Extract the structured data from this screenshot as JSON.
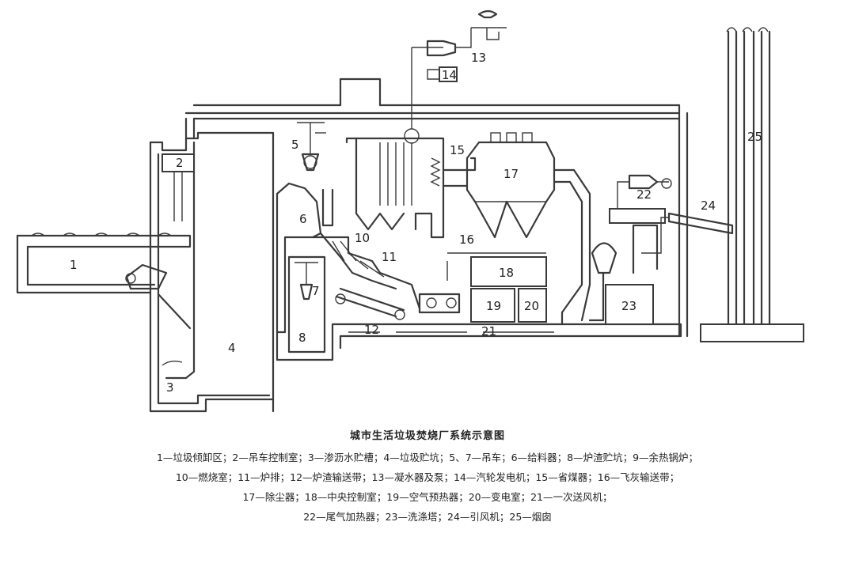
{
  "caption": {
    "title": "城市生活垃圾焚烧厂系统示意图",
    "legend_rows": [
      "1—垃圾倾卸区；2—吊车控制室；3—渗沥水贮槽；4—垃圾贮坑；5、7—吊车；6—给料器；8—炉渣贮坑；9—余热锅炉；",
      "10—燃烧室；11—炉排；12—炉渣输送带；13—凝水器及泵；14—汽轮发电机；15—省煤器；16—飞灰输送带；",
      "17—除尘器；18—中央控制室；19—空气预热器；20—变电室；21—一次送风机；",
      "22—尾气加热器；23—洗涤塔；24—引风机；25—烟囱"
    ]
  },
  "labels": {
    "n1": "1",
    "n2": "2",
    "n3": "3",
    "n4": "4",
    "n5": "5",
    "n6": "6",
    "n7": "7",
    "n8": "8",
    "n10": "10",
    "n11": "11",
    "n12": "12",
    "n13": "13",
    "n14": "14",
    "n15": "15",
    "n16": "16",
    "n17": "17",
    "n18": "18",
    "n19": "19",
    "n20": "20",
    "n21": "21",
    "n22": "22",
    "n23": "23",
    "n24": "24",
    "n25": "25"
  }
}
